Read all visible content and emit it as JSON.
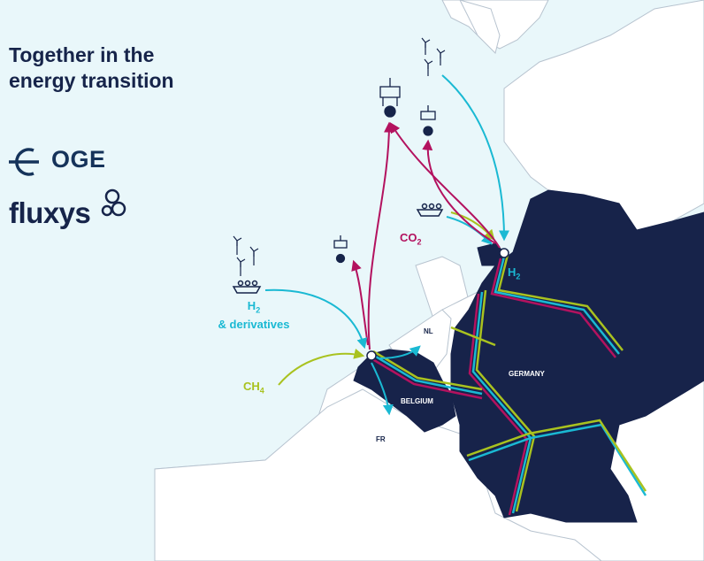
{
  "header": {
    "title_line1": "Together in the",
    "title_line2": "energy transition"
  },
  "logos": {
    "oge": "OGE",
    "fluxys": "fluxys"
  },
  "map": {
    "country_labels": {
      "germany": "GERMANY",
      "belgium": "BELGIUM",
      "netherlands": "NL",
      "france": "FR"
    },
    "flow_labels": {
      "co2_main": "CO",
      "co2_sub": "2",
      "h2_north_main": "H",
      "h2_north_sub": "2",
      "h2_west_main": "H",
      "h2_west_sub": "2",
      "h2_derivatives": "& derivatives",
      "ch4_main": "CH",
      "ch4_sub": "4"
    },
    "colors": {
      "sea": "#e9f7fa",
      "land": "#ffffff",
      "highlight_land": "#17234a",
      "h2": "#1ab9d3",
      "co2": "#b3125f",
      "ch4": "#a9c21f",
      "text_dark": "#16244a"
    },
    "icons": [
      "wind-turbine-icon",
      "offshore-platform-icon",
      "ship-icon",
      "terminal-icon"
    ]
  }
}
